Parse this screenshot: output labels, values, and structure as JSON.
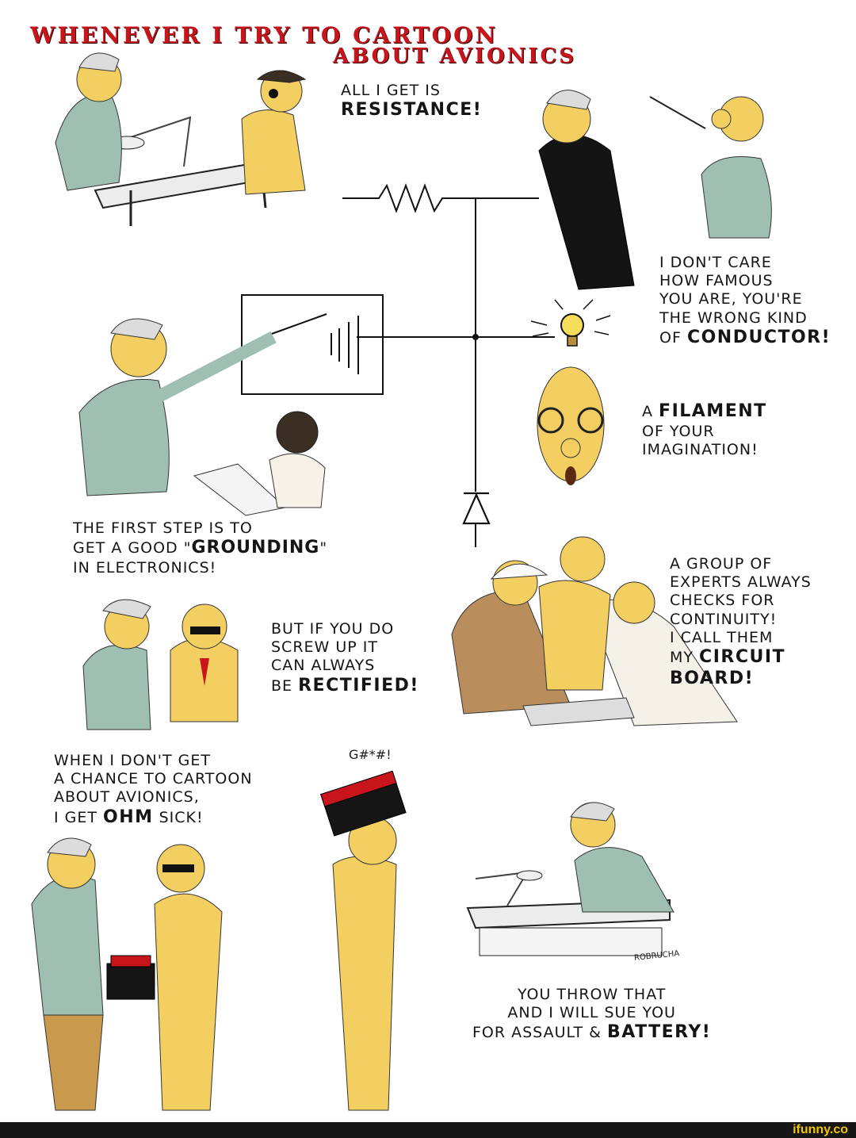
{
  "title": {
    "line1": "WHENEVER I TRY TO CARTOON",
    "line2": "ABOUT AVIONICS"
  },
  "captions": {
    "resistance_prefix": "ALL I GET IS",
    "resistance_pun": "RESISTANCE!",
    "conductor_text": "I DON'T CARE\nHOW FAMOUS\nYOU ARE, YOU'RE\nTHE WRONG KIND\nOF",
    "conductor_pun": "CONDUCTOR!",
    "filament_prefix": "A",
    "filament_pun": "FILAMENT",
    "filament_suffix": "OF YOUR\nIMAGINATION!",
    "grounding_text_1": "THE FIRST STEP IS TO\nGET A GOOD \"",
    "grounding_pun": "GROUNDING",
    "grounding_text_2": "\"\nIN ELECTRONICS!",
    "rectified_text": "BUT IF YOU DO\nSCREW UP IT\nCAN ALWAYS\nBE",
    "rectified_pun": "RECTIFIED!",
    "circuit_text": "A GROUP OF\nEXPERTS ALWAYS\nCHECKS FOR\nCONTINUITY!\nI CALL THEM\nMY",
    "circuit_pun": "CIRCUIT\nBOARD!",
    "ohm_text": "WHEN I DON'T GET\nA CHANCE TO CARTOON\nABOUT AVIONICS,\nI GET",
    "ohm_pun": "OHM",
    "ohm_suffix": "SICK!",
    "battery_text": "YOU THROW THAT\nAND I WILL SUE YOU\nFOR ASSAULT &",
    "battery_pun": "BATTERY!"
  },
  "curse": "G#*#!",
  "signature": "ROBRUCHA",
  "watermark": "ifunny.co",
  "colors": {
    "title_red": "#c8141b",
    "skin_yellow": "#f3cf61",
    "shirt_green": "#9fbfb2",
    "hair_gray": "#dcdcdc",
    "brand_yellow": "#f2c500"
  }
}
